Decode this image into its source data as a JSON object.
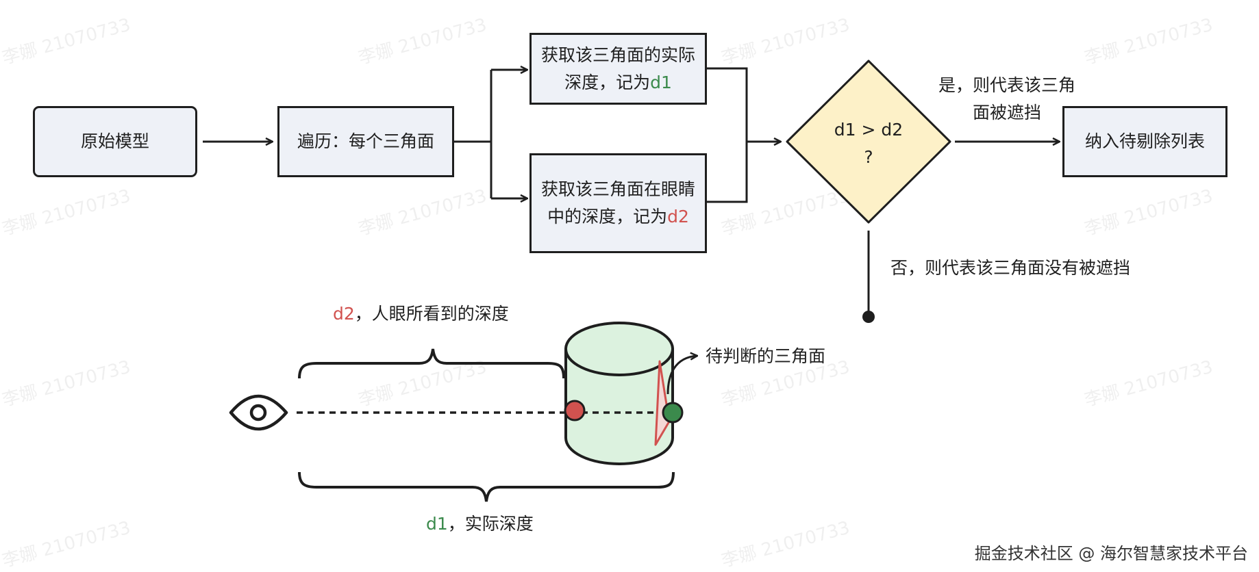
{
  "nodes": {
    "original_model": "原始模型",
    "traverse": "遍历：每个三角面",
    "get_d1_prefix": "获取该三角面的实际深度，记为",
    "get_d1_var": "d1",
    "get_d2_prefix": "获取该三角面在眼睛中的深度，记为",
    "get_d2_var": "d2",
    "decision_line1": "d1 > d2",
    "decision_line2": "?",
    "add_to_list": "纳入待剔除列表"
  },
  "edge_labels": {
    "yes": "是，则代表该三角面被遮挡",
    "no": "否，则代表该三角面没有被遮挡"
  },
  "illustration": {
    "d2_var": "d2",
    "d2_text": "，人眼所看到的深度",
    "d1_var": "d1",
    "d1_text": "，实际深度",
    "triangle_label": "待判断的三角面"
  },
  "watermark": "李娜 21070733",
  "credit": "掘金技术社区 @ 海尔智慧家技术平台",
  "colors": {
    "box_fill": "#eef1f7",
    "decision_fill": "#fdf1c8",
    "cylinder_fill": "#dcf2df",
    "d1_green": "#3b8a4c",
    "d2_red": "#d1524f",
    "stroke": "#1e1e1e"
  }
}
